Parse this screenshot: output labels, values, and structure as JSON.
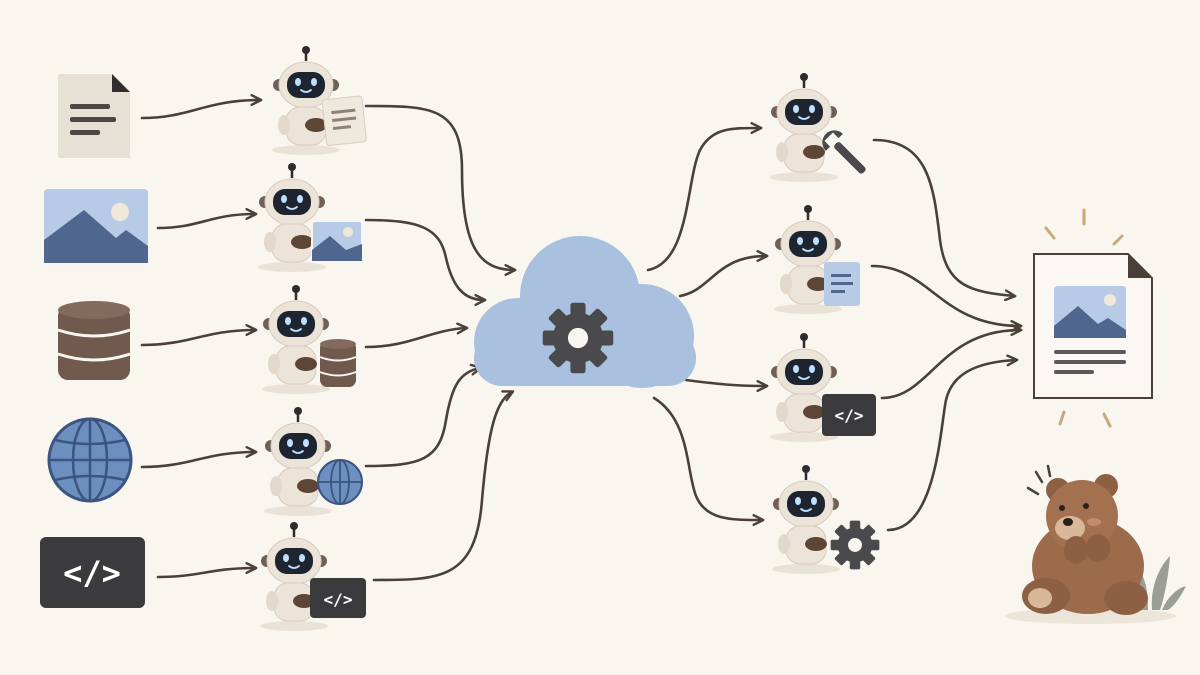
{
  "palette": {
    "background": "#f9f6f0",
    "arrow": "#4b3f3a",
    "cloud": "#a9c0de",
    "gear": "#4a4a4d",
    "robot_body": "#ece4d9",
    "robot_visor": "#1f2530",
    "robot_eyes": "#bfe0ff",
    "robot_hand": "#5e4636",
    "document": "#e7e0d5",
    "image_blue": "#7f9dc8",
    "mountain": "#4f678f",
    "database": "#6f5a4d",
    "globe": "#5e7fae",
    "code_block": "#3b3b3e",
    "bear": "#9c6b4c"
  },
  "diagram": {
    "nodes": [
      {
        "id": "input-document",
        "kind": "document-icon"
      },
      {
        "id": "input-image",
        "kind": "image-icon"
      },
      {
        "id": "input-database",
        "kind": "database-icon"
      },
      {
        "id": "input-web",
        "kind": "globe-icon"
      },
      {
        "id": "input-code",
        "kind": "code-icon"
      },
      {
        "id": "robot-document-agent",
        "kind": "robot-icon",
        "holds": "document-icon"
      },
      {
        "id": "robot-image-agent",
        "kind": "robot-icon",
        "holds": "image-icon"
      },
      {
        "id": "robot-database-agent",
        "kind": "robot-icon",
        "holds": "database-icon"
      },
      {
        "id": "robot-web-agent",
        "kind": "robot-icon",
        "holds": "globe-icon"
      },
      {
        "id": "robot-code-agent",
        "kind": "robot-icon",
        "holds": "code-icon"
      },
      {
        "id": "processing-cloud",
        "kind": "cloud-gear-icon"
      },
      {
        "id": "robot-tool-agent",
        "kind": "robot-icon",
        "holds": "wrench-icon"
      },
      {
        "id": "robot-note-agent",
        "kind": "robot-icon",
        "holds": "document-icon"
      },
      {
        "id": "robot-coder-agent",
        "kind": "robot-icon",
        "holds": "code-icon"
      },
      {
        "id": "robot-config-agent",
        "kind": "robot-icon",
        "holds": "gear-icon"
      },
      {
        "id": "output-report",
        "kind": "report-icon"
      },
      {
        "id": "happy-bear",
        "kind": "bear-icon"
      }
    ],
    "edges": [
      {
        "from": "input-document",
        "to": "robot-document-agent"
      },
      {
        "from": "input-image",
        "to": "robot-image-agent"
      },
      {
        "from": "input-database",
        "to": "robot-database-agent"
      },
      {
        "from": "input-web",
        "to": "robot-web-agent"
      },
      {
        "from": "input-code",
        "to": "robot-code-agent"
      },
      {
        "from": "robot-document-agent",
        "to": "processing-cloud"
      },
      {
        "from": "robot-image-agent",
        "to": "processing-cloud"
      },
      {
        "from": "robot-database-agent",
        "to": "processing-cloud"
      },
      {
        "from": "robot-web-agent",
        "to": "processing-cloud"
      },
      {
        "from": "robot-code-agent",
        "to": "processing-cloud"
      },
      {
        "from": "processing-cloud",
        "to": "robot-tool-agent"
      },
      {
        "from": "processing-cloud",
        "to": "robot-note-agent"
      },
      {
        "from": "processing-cloud",
        "to": "robot-coder-agent"
      },
      {
        "from": "processing-cloud",
        "to": "robot-config-agent"
      },
      {
        "from": "robot-tool-agent",
        "to": "output-report"
      },
      {
        "from": "robot-note-agent",
        "to": "output-report"
      },
      {
        "from": "robot-coder-agent",
        "to": "output-report"
      },
      {
        "from": "robot-config-agent",
        "to": "output-report"
      }
    ],
    "code_glyph": "</>"
  }
}
